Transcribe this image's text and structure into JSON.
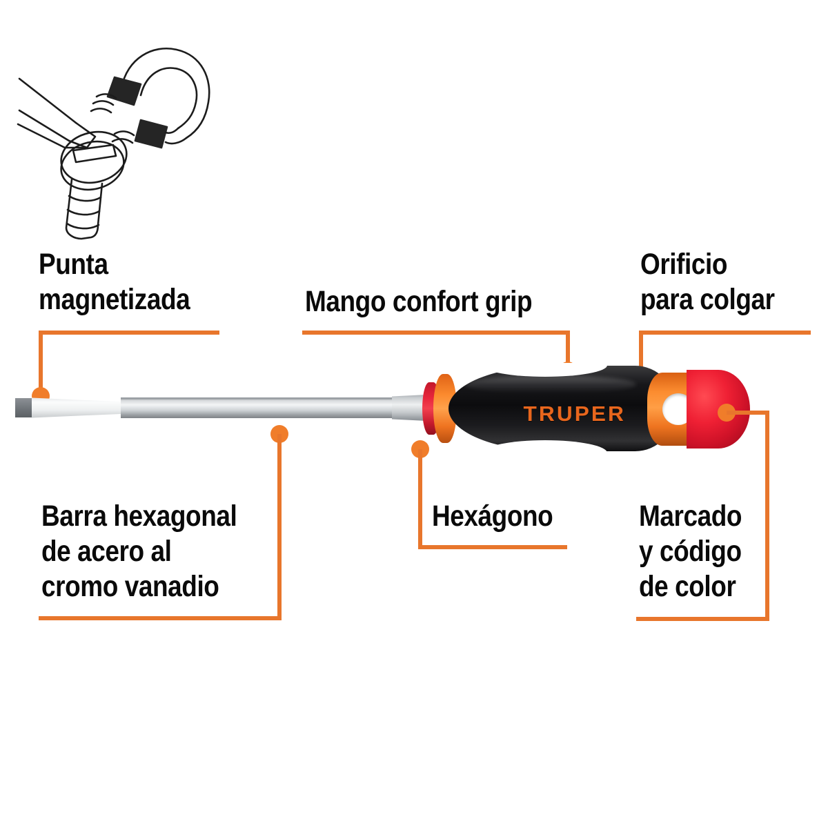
{
  "product": {
    "brand": "TRUPER",
    "type": "flat-head-screwdriver",
    "colors": {
      "accent_orange": "#e8762c",
      "dot_orange": "#f07d2a",
      "handle_black": "#111113",
      "handle_red": "#d4152a",
      "handle_orange": "#f4832a",
      "shaft_steel": "#d9dcde",
      "label_text": "#0a0a0a"
    }
  },
  "illustration": {
    "name": "magnetized-tip-magnet-diagram",
    "description": "horseshoe magnet attracting a screw held by a screwdriver tip"
  },
  "callouts": [
    {
      "id": "punta-magnetizada",
      "lines": [
        "Punta",
        "magnetizada"
      ],
      "side": "left",
      "target": "blade-tip"
    },
    {
      "id": "mango-confort-grip",
      "lines": [
        "Mango confort grip"
      ],
      "side": "left",
      "target": "handle-grip"
    },
    {
      "id": "orificio-para-colgar",
      "lines": [
        "Orificio",
        "para colgar"
      ],
      "side": "right",
      "target": "hanging-hole"
    },
    {
      "id": "barra-hexagonal",
      "lines": [
        "Barra hexagonal",
        "de acero al",
        "cromo vanadio"
      ],
      "side": "left",
      "target": "shaft"
    },
    {
      "id": "hexagono",
      "lines": [
        "Hexágono"
      ],
      "side": "left",
      "target": "hex-section"
    },
    {
      "id": "marcado-y-codigo-de-color",
      "lines": [
        "Marcado",
        "y código",
        "de color"
      ],
      "side": "right",
      "target": "end-cap"
    }
  ]
}
